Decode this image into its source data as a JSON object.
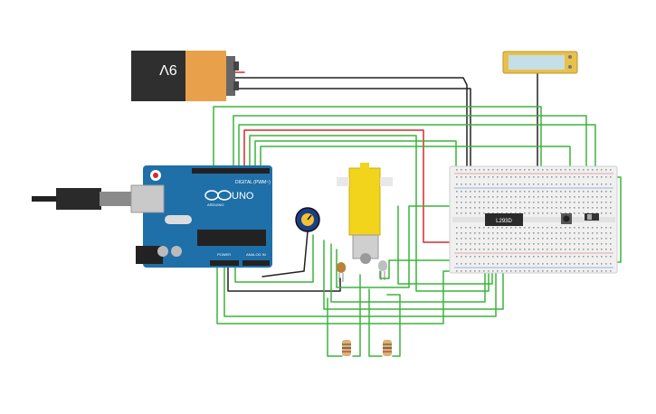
{
  "battery": {
    "label": "9V"
  },
  "arduino": {
    "model": "UNO",
    "brand": "ARDUINO",
    "digital_label": "DIGITAL (PWM~)",
    "power_label": "POWER",
    "analog_label": "ANALOG IN"
  },
  "driver_ic": {
    "label": "L293D"
  },
  "colors": {
    "wire_green": "#3bb43b",
    "wire_black": "#222222",
    "wire_red": "#d62a2a",
    "board_blue": "#1f6fa8",
    "motor_yellow": "#f2d41c",
    "battery_orange": "#e8a14a",
    "breadboard": "#f0f0f0",
    "lcd_green": "#c5dfe8"
  }
}
